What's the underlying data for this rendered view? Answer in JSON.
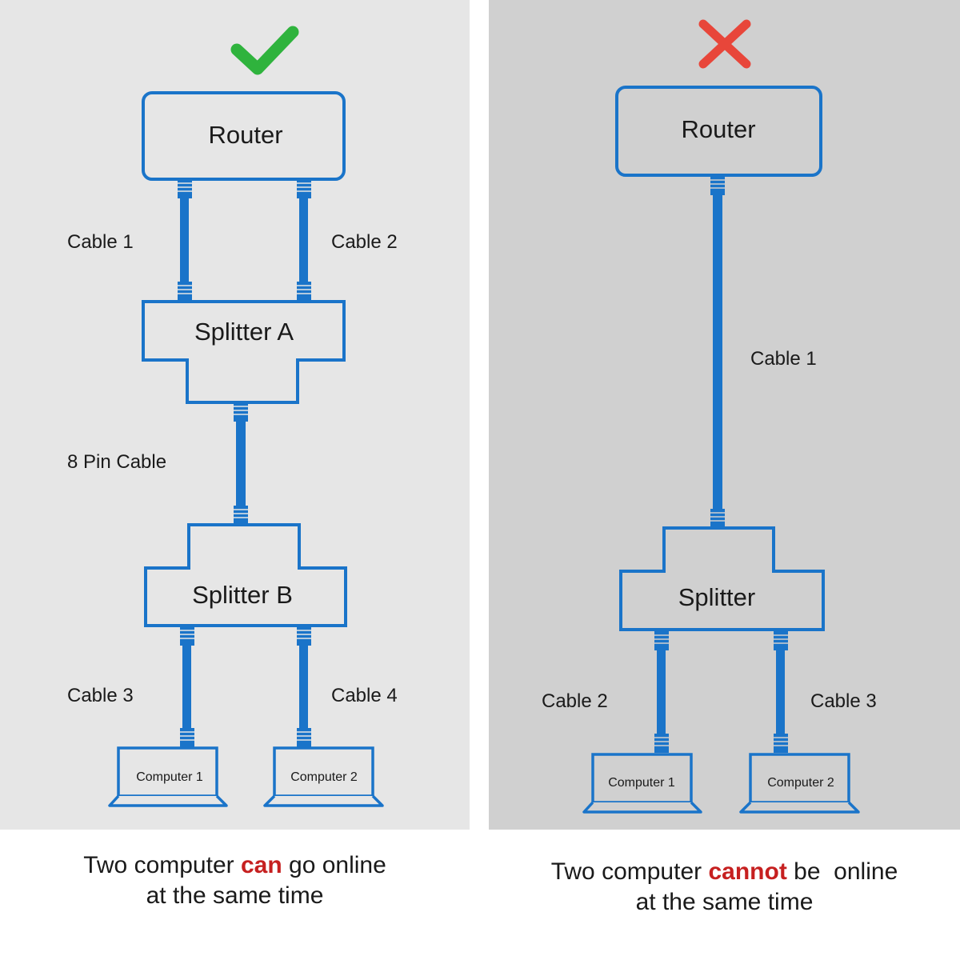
{
  "colors": {
    "left_panel_bg": "#e6e6e6",
    "right_panel_bg": "#d0d0d0",
    "cable_blue": "#1a74c9",
    "check_green": "#2fb33d",
    "cross_red": "#e8463a",
    "highlight_red": "#c62020"
  },
  "left": {
    "status_icon": "checkmark-icon",
    "router": "Router",
    "cable_1": "Cable 1",
    "cable_2": "Cable 2",
    "splitter_a": "Splitter A",
    "pin_cable": "8 Pin Cable",
    "splitter_b": "Splitter B",
    "cable_3": "Cable 3",
    "cable_4": "Cable 4",
    "computer_1": "Computer 1",
    "computer_2": "Computer 2",
    "caption": {
      "before": "Two computer ",
      "highlight": "can",
      "after": " go online",
      "line2": "at the same time"
    }
  },
  "right": {
    "status_icon": "cross-icon",
    "router": "Router",
    "cable_1": "Cable 1",
    "splitter": "Splitter",
    "cable_2": "Cable 2",
    "cable_3": "Cable 3",
    "computer_1": "Computer 1",
    "computer_2": "Computer 2",
    "caption": {
      "before": "Two computer ",
      "highlight": "cannot",
      "after": " be  online",
      "line2": "at the same time"
    }
  }
}
